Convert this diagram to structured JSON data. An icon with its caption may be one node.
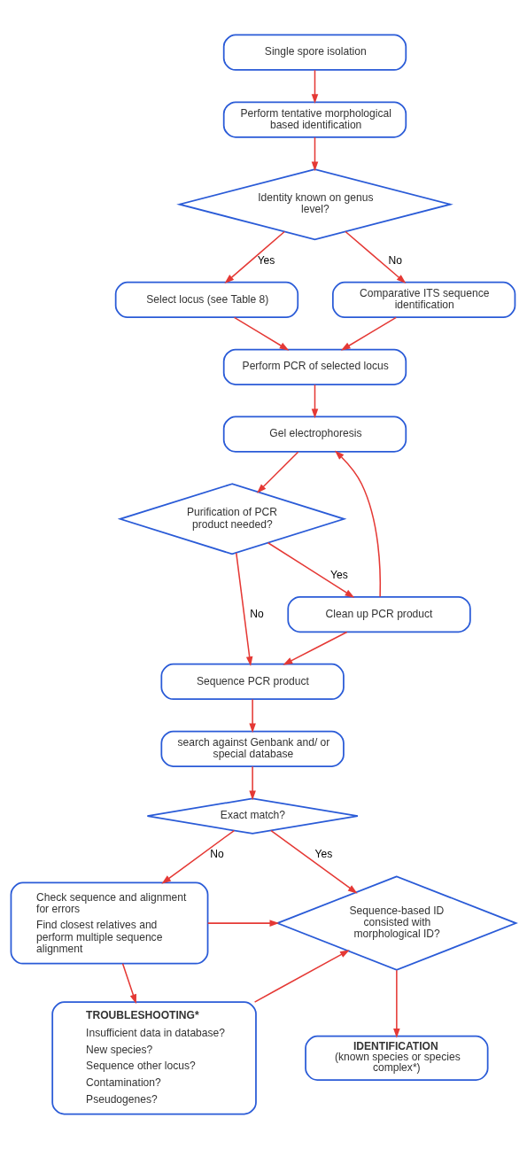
{
  "diagram": {
    "nodes": [
      {
        "text": [
          "Single spore isolation"
        ]
      },
      {
        "text": [
          "Perform tentative morphological based identification"
        ]
      },
      {
        "text": [
          "Identity known on genus level?"
        ]
      },
      {
        "text": [
          "Select locus (see Table 8)"
        ]
      },
      {
        "text": [
          "Comparative ITS sequence identification"
        ]
      },
      {
        "text": [
          "Perform PCR of selected locus"
        ]
      },
      {
        "text": [
          "Gel electrophoresis"
        ]
      },
      {
        "text": [
          "Purification of PCR product needed?"
        ]
      },
      {
        "text": [
          "Clean up PCR product"
        ]
      },
      {
        "text": [
          "Sequence PCR product"
        ]
      },
      {
        "text": [
          "search against Genbank and/ or special database"
        ]
      },
      {
        "text": [
          "Exact match?"
        ]
      },
      {
        "text": [
          "Sequence-based ID consisted with morphological ID?"
        ]
      },
      {
        "text": [
          "Check sequence and alignment for errors",
          "Find closest relatives and perform multiple sequence alignment"
        ]
      },
      {
        "text": [
          "IDENTIFICATION",
          "(known species or species complex*)"
        ]
      },
      {
        "text": [
          "TROUBLESHOOTING*",
          "Insufficient data in database?",
          "New species?",
          "Sequence other locus?",
          "Contamination?",
          "Pseudogenes?"
        ]
      }
    ],
    "edges": [
      {
        "from": 0,
        "to": 1,
        "arrow": "to"
      },
      {
        "from": 1,
        "to": 2,
        "arrow": "to"
      },
      {
        "from": 2,
        "to": 3,
        "arrow": "to",
        "label": "Yes"
      },
      {
        "from": 2,
        "to": 4,
        "arrow": "to",
        "label": "No"
      },
      {
        "from": 3,
        "to": 5,
        "arrow": "to"
      },
      {
        "from": 4,
        "to": 5,
        "arrow": "to"
      },
      {
        "from": 5,
        "to": 6,
        "arrow": "to"
      },
      {
        "from": 6,
        "to": 7,
        "arrow": "to"
      },
      {
        "from": 7,
        "to": 9,
        "arrow": "to",
        "label": "No"
      },
      {
        "from": 7,
        "to": 8,
        "arrow": "to",
        "label": "Yes"
      },
      {
        "from": 8,
        "to": 6,
        "arrow": "to"
      },
      {
        "from": 8,
        "to": 9,
        "arrow": "to"
      },
      {
        "from": 9,
        "to": 10,
        "arrow": "to"
      },
      {
        "from": 10,
        "to": 11,
        "arrow": "to"
      },
      {
        "from": 11,
        "to": 12,
        "arrow": "to",
        "label": "Yes"
      },
      {
        "from": 11,
        "to": 13,
        "arrow": "to",
        "label": "No"
      },
      {
        "from": 13,
        "to": 12,
        "arrow": "to"
      },
      {
        "from": 15,
        "to": 12,
        "arrow": "to"
      },
      {
        "from": 12,
        "to": 14,
        "arrow": "to"
      },
      {
        "from": 13,
        "to": 15,
        "arrow": "to"
      }
    ]
  }
}
